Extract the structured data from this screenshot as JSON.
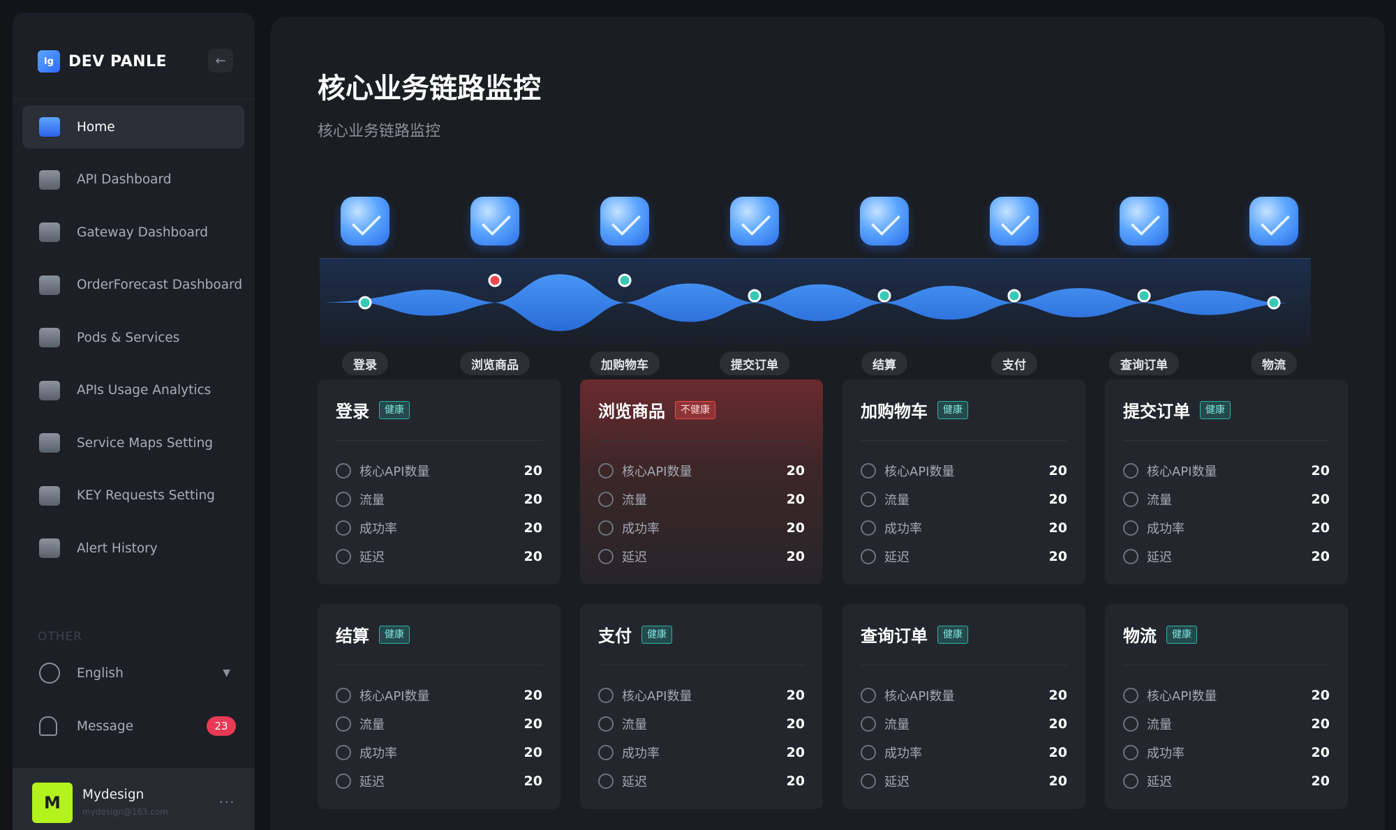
{
  "brand": {
    "logo_text": "lg",
    "name": "DEV PANLE",
    "collapse_icon": "←"
  },
  "sidebar": {
    "items": [
      {
        "label": "Home",
        "icon": "home-icon",
        "active": true
      },
      {
        "label": "API Dashboard",
        "icon": "cloud-icon",
        "active": false
      },
      {
        "label": "Gateway Dashboard",
        "icon": "laptop-icon",
        "active": false
      },
      {
        "label": "OrderForecast Dashboard",
        "icon": "chart-icon",
        "active": false
      },
      {
        "label": "Pods & Services",
        "icon": "server-icon",
        "active": false
      },
      {
        "label": "APIs Usage Analytics",
        "icon": "monitor-icon",
        "active": false
      },
      {
        "label": "Service Maps Setting",
        "icon": "map-icon",
        "active": false
      },
      {
        "label": "KEY Requests Setting",
        "icon": "terminal-icon",
        "active": false
      },
      {
        "label": "Alert History",
        "icon": "bell-icon",
        "active": false
      }
    ],
    "section_other": "OTHER",
    "language": {
      "label": "English",
      "caret": "▼"
    },
    "message": {
      "label": "Message",
      "count": "23"
    }
  },
  "user": {
    "avatar_text": "M",
    "name": "Mydesign",
    "email": "mydesign@163.com",
    "menu": "..."
  },
  "page": {
    "title": "核心业务链路监控",
    "subtitle": "核心业务链路监控"
  },
  "flow": {
    "stages": [
      {
        "label": "登录",
        "status": "healthy"
      },
      {
        "label": "浏览商品",
        "status": "unhealthy"
      },
      {
        "label": "加购物车",
        "status": "healthy"
      },
      {
        "label": "提交订单",
        "status": "healthy"
      },
      {
        "label": "结算",
        "status": "healthy"
      },
      {
        "label": "支付",
        "status": "healthy"
      },
      {
        "label": "查询订单",
        "status": "healthy"
      },
      {
        "label": "物流",
        "status": "healthy"
      }
    ],
    "colors": {
      "healthy": "#35c9b7",
      "unhealthy": "#f0464f",
      "wave": "#3d8cf0"
    }
  },
  "metric_labels": {
    "api": "核心API数量",
    "traffic": "流量",
    "success": "成功率",
    "latency": "延迟"
  },
  "cards": [
    {
      "title": "登录",
      "badge": "健康",
      "bad": false,
      "api": "20",
      "traffic": "20",
      "success": "20",
      "latency": "20"
    },
    {
      "title": "浏览商品",
      "badge": "不健康",
      "bad": true,
      "api": "20",
      "traffic": "20",
      "success": "20",
      "latency": "20"
    },
    {
      "title": "加购物车",
      "badge": "健康",
      "bad": false,
      "api": "20",
      "traffic": "20",
      "success": "20",
      "latency": "20"
    },
    {
      "title": "提交订单",
      "badge": "健康",
      "bad": false,
      "api": "20",
      "traffic": "20",
      "success": "20",
      "latency": "20"
    },
    {
      "title": "结算",
      "badge": "健康",
      "bad": false,
      "api": "20",
      "traffic": "20",
      "success": "20",
      "latency": "20"
    },
    {
      "title": "支付",
      "badge": "健康",
      "bad": false,
      "api": "20",
      "traffic": "20",
      "success": "20",
      "latency": "20"
    },
    {
      "title": "查询订单",
      "badge": "健康",
      "bad": false,
      "api": "20",
      "traffic": "20",
      "success": "20",
      "latency": "20"
    },
    {
      "title": "物流",
      "badge": "健康",
      "bad": false,
      "api": "20",
      "traffic": "20",
      "success": "20",
      "latency": "20"
    }
  ]
}
